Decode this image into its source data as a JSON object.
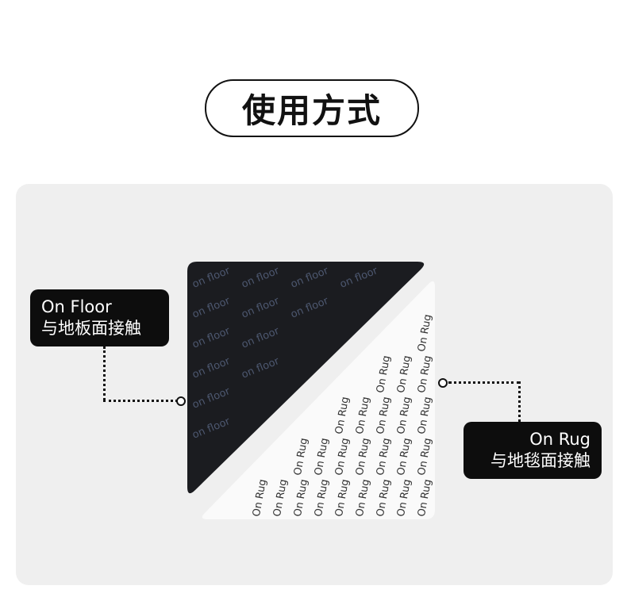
{
  "title": "使用方式",
  "left_callout": {
    "line1": "On Floor",
    "line2": "与地板面接触"
  },
  "right_callout": {
    "line1": "On Rug",
    "line2": "与地毯面接触"
  },
  "product": {
    "floor_pattern_text": "on floor",
    "rug_pattern_text": "On Rug"
  },
  "colors": {
    "card": "#efefef",
    "pad_black": "#1b1c20",
    "pad_white": "#fafafa",
    "floor_text": "#4d5870",
    "rug_text": "#333333"
  }
}
